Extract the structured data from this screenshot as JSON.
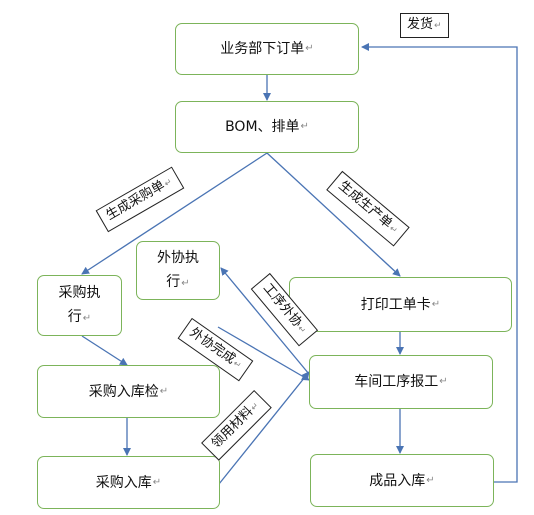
{
  "nodes": {
    "order": "业务部下订单",
    "bom": "BOM、排单",
    "purchase_exec": "采购执行",
    "outsource_exec": "外协执行",
    "print_card": "打印工单卡",
    "inspect": "采购入库检",
    "shop_report": "车间工序报工",
    "purchase_in": "采购入库",
    "finished_in": "成品入库"
  },
  "tags": {
    "ship": "发货",
    "gen_purchase": "生成采购单",
    "gen_production": "生成生产单",
    "process_outsource": "工序外协",
    "outsource_done": "外协完成",
    "issue_material": "领用材料"
  },
  "return_mark": "↵",
  "colors": {
    "node_border": "#7cb45a",
    "arrow": "#4a74b4"
  }
}
